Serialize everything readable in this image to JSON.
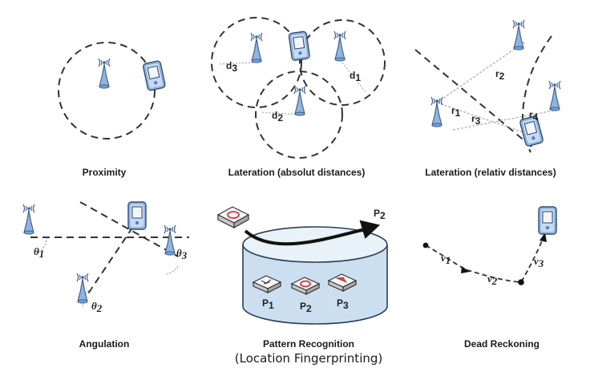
{
  "panels": {
    "proximity": {
      "caption": "Proximity"
    },
    "lateration_abs": {
      "caption": "Lateration (absolut distances)",
      "d1": "d",
      "d1_sub": "1",
      "d2": "d",
      "d2_sub": "2",
      "d3": "d",
      "d3_sub": "3"
    },
    "lateration_rel": {
      "caption": "Lateration (relativ distances)",
      "r1": "r",
      "r1_sub": "1",
      "r2": "r",
      "r2_sub": "2",
      "r3": "r",
      "r3_sub": "3",
      "r4": "r",
      "r4_sub": "4"
    },
    "angulation": {
      "caption": "Angulation",
      "t1": "θ",
      "t1_sub": "1",
      "t2": "θ",
      "t2_sub": "2",
      "t3": "θ",
      "t3_sub": "3"
    },
    "pattern": {
      "caption": "Pattern Recognition",
      "subcaption": "(Location Fingerprinting)",
      "p1": "P",
      "p1_sub": "1",
      "p2": "P",
      "p2_sub": "2",
      "p3": "P",
      "p3_sub": "3",
      "arrow": "P",
      "arrow_sub": "2"
    },
    "dead_reckoning": {
      "caption": "Dead Reckoning",
      "v1": "v",
      "v1_sub": "1",
      "v2": "v",
      "v2_sub": "2",
      "v3": "v",
      "v3_sub": "3"
    }
  },
  "colors": {
    "antenna": "#8fb4e0",
    "antenna_stroke": "#3b5c8c",
    "device": "#a9c6ea",
    "line": "#333333",
    "marker_red": "#d9464b"
  },
  "icons": [
    "antenna-icon",
    "mobile-device-icon",
    "fingerprint-tile-icon"
  ]
}
